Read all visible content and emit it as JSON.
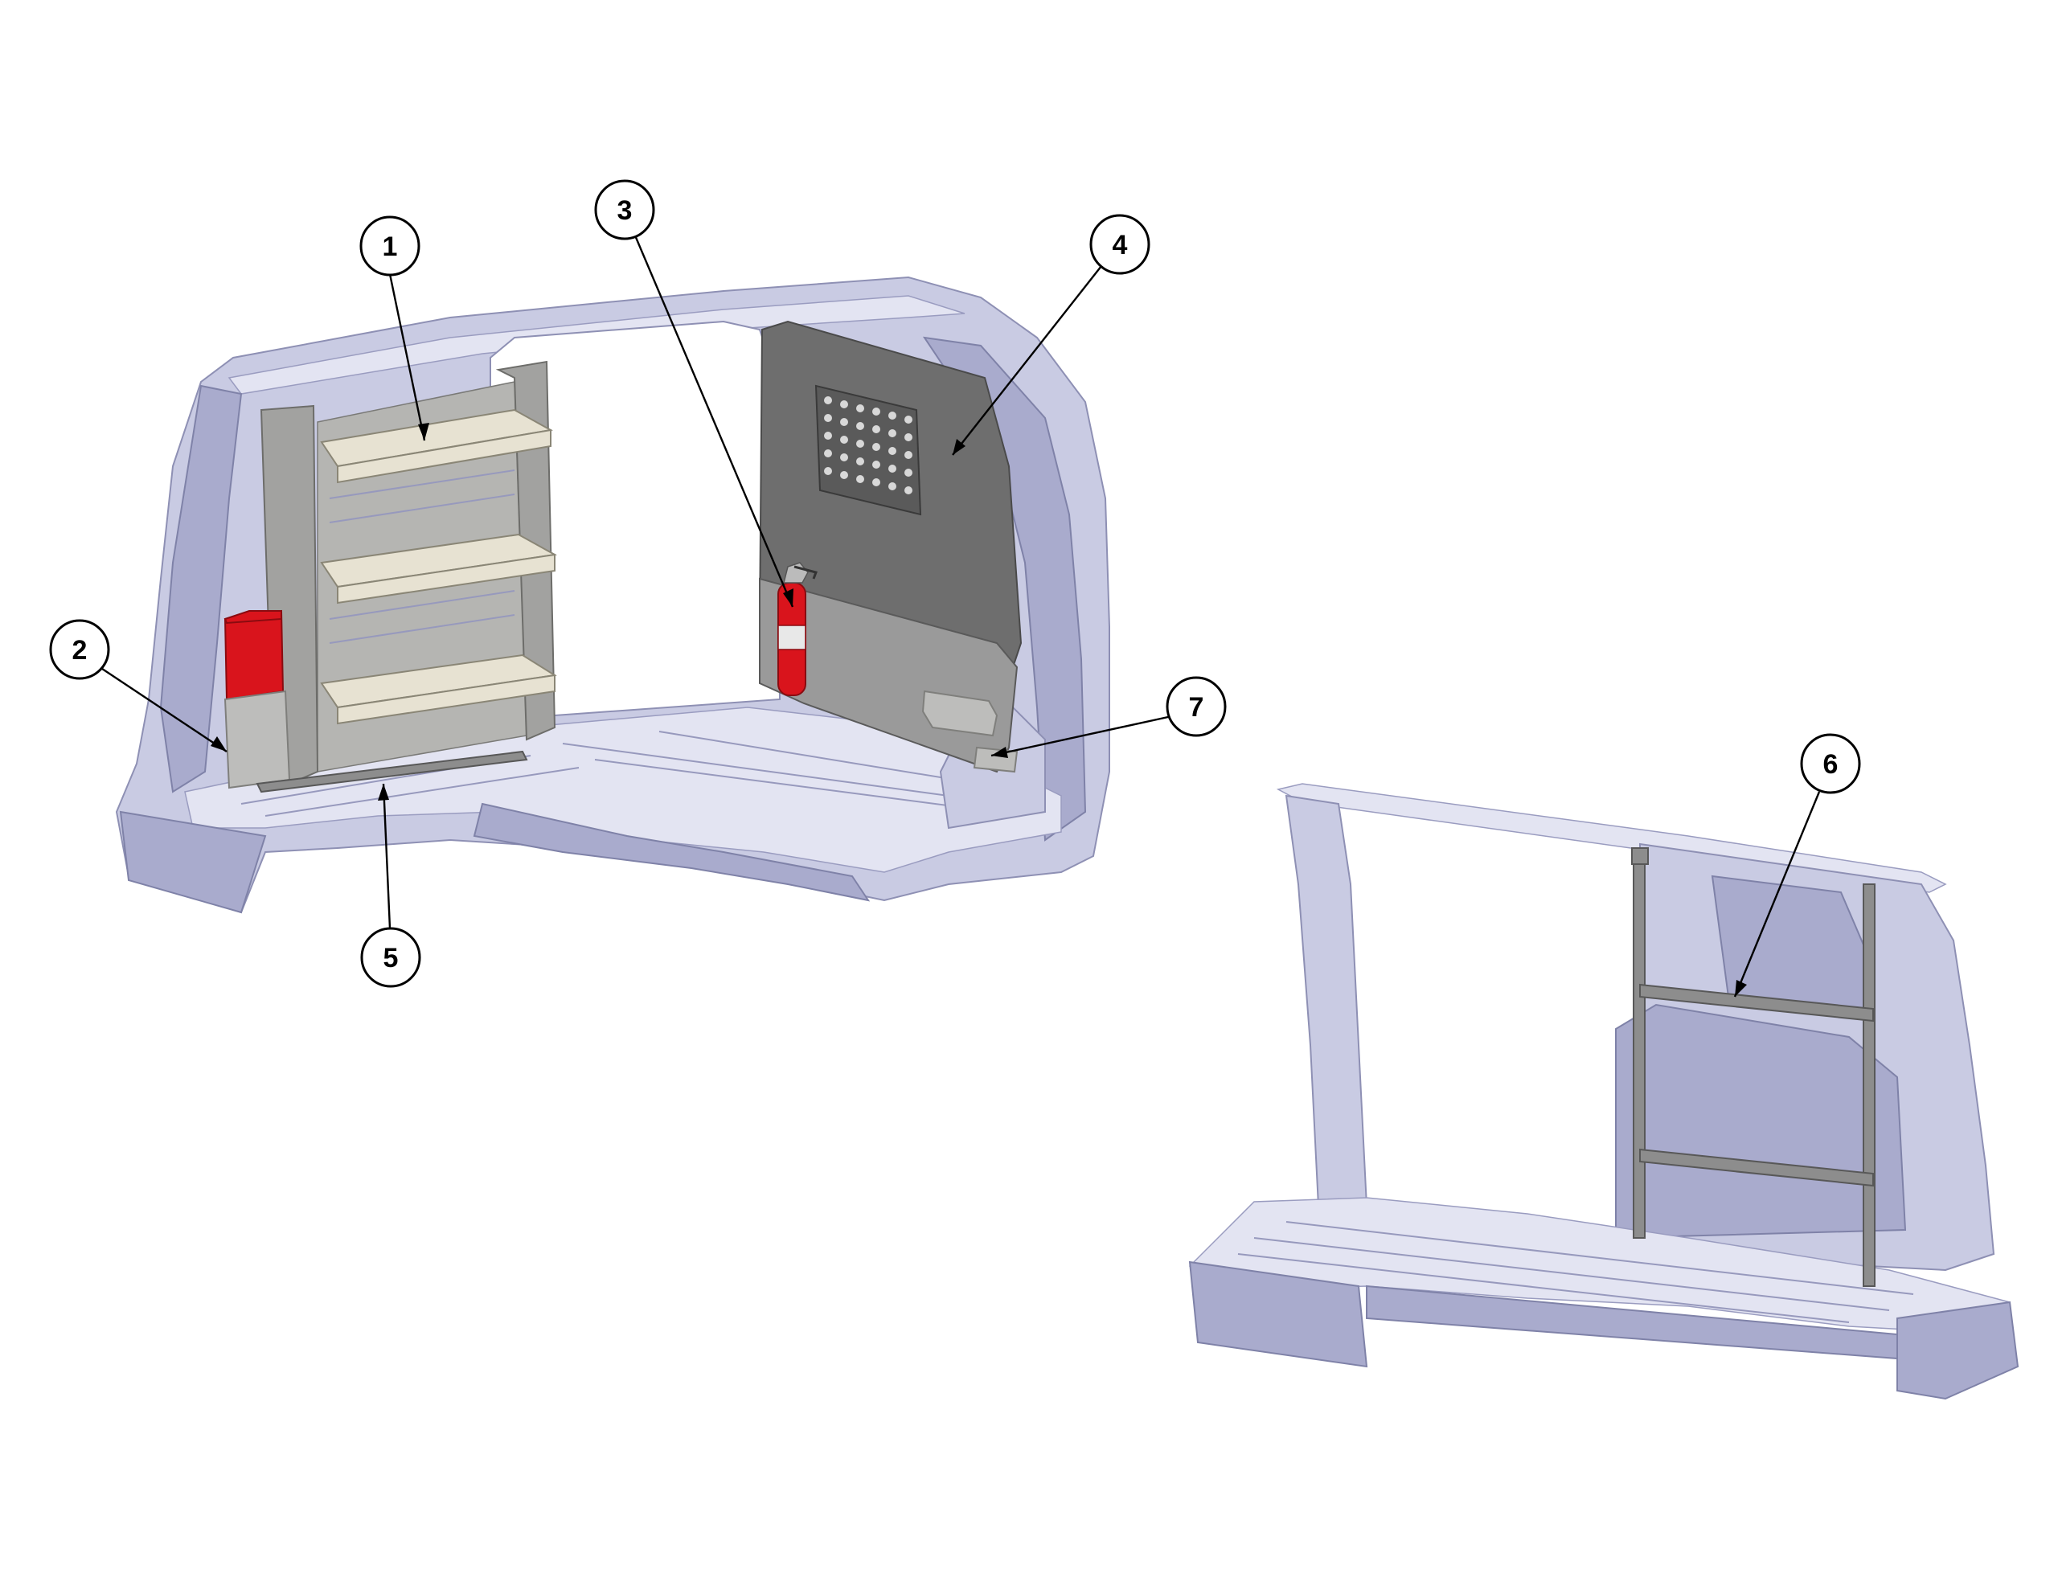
{
  "callouts": {
    "c1": "1",
    "c2": "2",
    "c3": "3",
    "c4": "4",
    "c5": "5",
    "c6": "6",
    "c7": "7"
  },
  "colors": {
    "van_body": "#c9cbe3",
    "partition": "#6e6e6e",
    "shelving": "#e7e2d2",
    "red_storage_box": "#d9141c",
    "fire_extinguisher": "#d9141c"
  }
}
